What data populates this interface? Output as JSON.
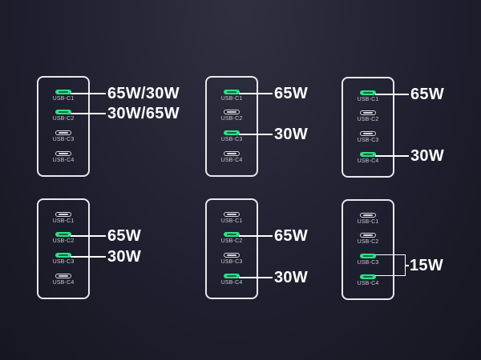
{
  "colors": {
    "active_port": "#2ee08a",
    "inactive_port": "#d9d9df",
    "text": "#ffffff"
  },
  "port_labels": [
    "USB-C1",
    "USB-C2",
    "USB-C3",
    "USB-C4"
  ],
  "configs": [
    {
      "active_ports": [
        "USB-C1",
        "USB-C2"
      ],
      "watts": [
        "65W/30W",
        "30W/65W"
      ]
    },
    {
      "active_ports": [
        "USB-C1",
        "USB-C3"
      ],
      "watts": [
        "65W",
        "30W"
      ]
    },
    {
      "active_ports": [
        "USB-C1",
        "USB-C4"
      ],
      "watts": [
        "65W",
        "30W"
      ]
    },
    {
      "active_ports": [
        "USB-C2",
        "USB-C3"
      ],
      "watts": [
        "65W",
        "30W"
      ]
    },
    {
      "active_ports": [
        "USB-C2",
        "USB-C4"
      ],
      "watts": [
        "65W",
        "30W"
      ]
    },
    {
      "active_ports": [
        "USB-C3",
        "USB-C4"
      ],
      "watts": [
        "15W"
      ]
    }
  ]
}
